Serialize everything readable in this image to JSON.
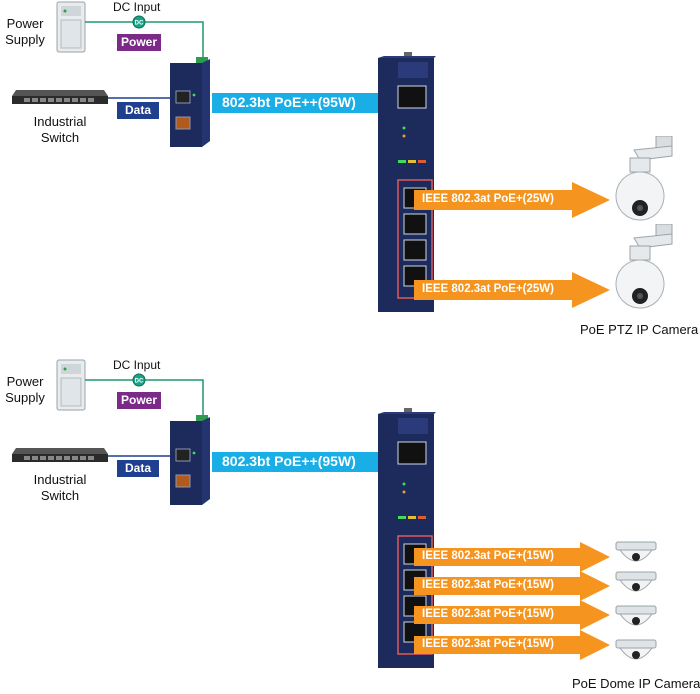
{
  "sections": [
    {
      "power_supply_label": "Power\nSupply",
      "dc_input_label": "DC Input",
      "dc_icon_text": "DC",
      "power_badge": "Power",
      "data_badge": "Data",
      "switch_label": "Industrial\nSwitch",
      "uplink_label": "802.3bt PoE++(95W)",
      "outputs": [
        "IEEE 802.3at PoE+(25W)",
        "IEEE 802.3at PoE+(25W)"
      ],
      "camera_caption": "PoE PTZ IP Camera"
    },
    {
      "power_supply_label": "Power\nSupply",
      "dc_input_label": "DC Input",
      "dc_icon_text": "DC",
      "power_badge": "Power",
      "data_badge": "Data",
      "switch_label": "Industrial\nSwitch",
      "uplink_label": "802.3bt PoE++(95W)",
      "outputs": [
        "IEEE 802.3at PoE+(15W)",
        "IEEE 802.3at PoE+(15W)",
        "IEEE 802.3at PoE+(15W)",
        "IEEE 802.3at PoE+(15W)"
      ],
      "camera_caption": "PoE Dome IP Camera"
    }
  ],
  "colors": {
    "blue_arrow": "#1aaee6",
    "orange_arrow": "#f5941e",
    "device_navy": "#1c2a5c",
    "power_badge": "#7b2a88",
    "data_badge": "#1f3f8f",
    "dc_icon": "#19a487"
  }
}
